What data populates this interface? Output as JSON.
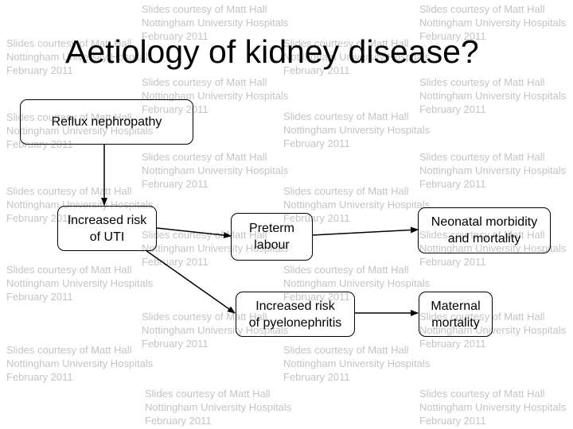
{
  "title": "Aetiology of kidney disease?",
  "watermark": {
    "line1": "Slides courtesy of Matt Hall",
    "line2": "Nottingham University Hospitals",
    "line3": "February 2011"
  },
  "nodes": {
    "reflux": {
      "lines": [
        "Reflux nephropathy"
      ]
    },
    "uti": {
      "lines": [
        "Increased risk",
        "of UTI"
      ]
    },
    "preterm": {
      "lines": [
        "Preterm",
        "labour"
      ]
    },
    "neonatal": {
      "lines": [
        "Neonatal morbidity",
        "and mortality"
      ]
    },
    "pyelo": {
      "lines": [
        "Increased risk",
        "of pyelonephritis"
      ]
    },
    "maternal": {
      "lines": [
        "Maternal",
        "mortality"
      ]
    }
  },
  "edges": [
    {
      "from": "reflux",
      "to": "uti"
    },
    {
      "from": "uti",
      "to": "preterm"
    },
    {
      "from": "preterm",
      "to": "neonatal"
    },
    {
      "from": "uti",
      "to": "pyelo"
    },
    {
      "from": "pyelo",
      "to": "maternal"
    }
  ],
  "colors": {
    "watermark": "#c4c4c4",
    "lines": "#000000",
    "text": "#000000"
  }
}
